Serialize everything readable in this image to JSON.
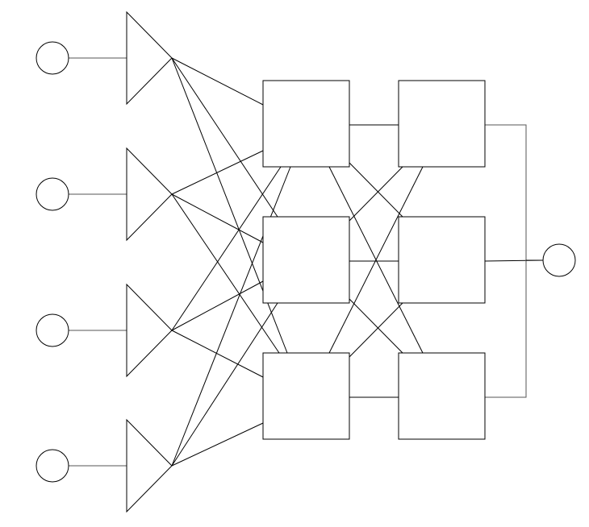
{
  "diagram": {
    "kind": "network-schematic",
    "stroke_color": "#000000",
    "background": "#ffffff",
    "inputs": [
      {
        "id": "in-1"
      },
      {
        "id": "in-2"
      },
      {
        "id": "in-3"
      },
      {
        "id": "in-4"
      }
    ],
    "buffers": [
      {
        "id": "buf-1",
        "input": "in-1"
      },
      {
        "id": "buf-2",
        "input": "in-2"
      },
      {
        "id": "buf-3",
        "input": "in-3"
      },
      {
        "id": "buf-4",
        "input": "in-4"
      }
    ],
    "stage1_nodes": [
      {
        "id": "s1-top"
      },
      {
        "id": "s1-mid"
      },
      {
        "id": "s1-bot"
      }
    ],
    "stage2_nodes": [
      {
        "id": "s2-top"
      },
      {
        "id": "s2-mid"
      },
      {
        "id": "s2-bot"
      }
    ],
    "output": {
      "id": "out-1"
    },
    "connections": [
      {
        "from": "buf-1",
        "to": "s1-top"
      },
      {
        "from": "buf-1",
        "to": "s1-mid"
      },
      {
        "from": "buf-1",
        "to": "s1-bot"
      },
      {
        "from": "buf-2",
        "to": "s1-top"
      },
      {
        "from": "buf-2",
        "to": "s1-mid"
      },
      {
        "from": "buf-2",
        "to": "s1-bot"
      },
      {
        "from": "buf-3",
        "to": "s1-top"
      },
      {
        "from": "buf-3",
        "to": "s1-mid"
      },
      {
        "from": "buf-3",
        "to": "s1-bot"
      },
      {
        "from": "buf-4",
        "to": "s1-top"
      },
      {
        "from": "buf-4",
        "to": "s1-mid"
      },
      {
        "from": "buf-4",
        "to": "s1-bot"
      },
      {
        "from": "s1-top",
        "to": "s2-top"
      },
      {
        "from": "s1-top",
        "to": "s2-mid"
      },
      {
        "from": "s1-top",
        "to": "s2-bot"
      },
      {
        "from": "s1-mid",
        "to": "s2-top"
      },
      {
        "from": "s1-mid",
        "to": "s2-mid"
      },
      {
        "from": "s1-mid",
        "to": "s2-bot"
      },
      {
        "from": "s1-bot",
        "to": "s2-top"
      },
      {
        "from": "s1-bot",
        "to": "s2-mid"
      },
      {
        "from": "s1-bot",
        "to": "s2-bot"
      },
      {
        "from": "s2-top",
        "to": "out-1"
      },
      {
        "from": "s2-mid",
        "to": "out-1"
      },
      {
        "from": "s2-bot",
        "to": "out-1"
      }
    ]
  }
}
